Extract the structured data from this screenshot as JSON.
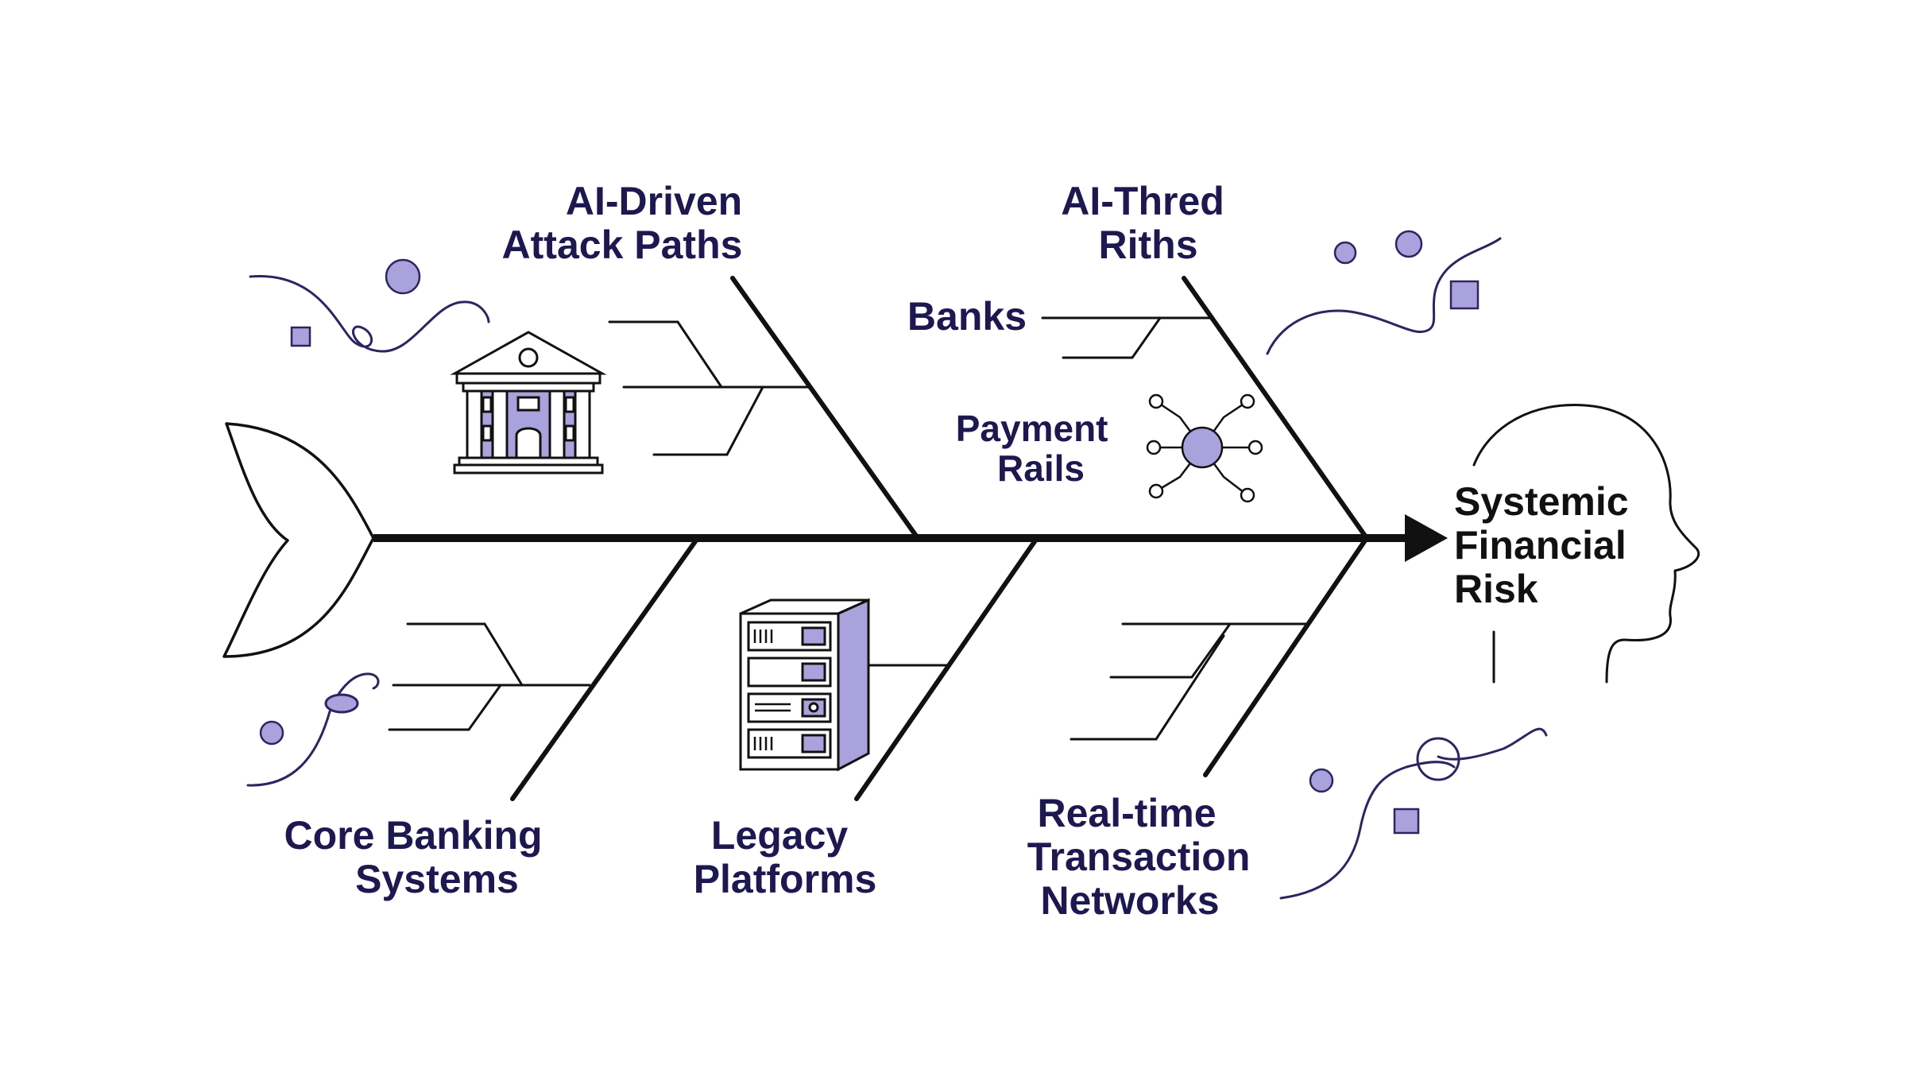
{
  "diagram": {
    "type": "fishbone",
    "effect": {
      "lines": [
        "Systemic",
        "Financial",
        "Risk"
      ]
    },
    "causes": {
      "top_left": {
        "lines": [
          "AI-Driven",
          "Attack Paths"
        ]
      },
      "top_right": {
        "lines": [
          "AI-Thred",
          "Riths"
        ]
      },
      "bottom_left": {
        "lines": [
          "Core Banking",
          "Systems"
        ]
      },
      "bottom_middle": {
        "lines": [
          "Legacy",
          "Platforms"
        ]
      },
      "bottom_right": {
        "lines": [
          "Real-time",
          "Transaction",
          "Networks"
        ]
      }
    },
    "sub_labels": {
      "banks": "Banks",
      "payment_rails": [
        "Payment",
        "Rails"
      ]
    },
    "icons": {
      "bank": "bank-building-icon",
      "network": "network-node-icon",
      "server": "server-rack-icon",
      "head": "human-head-outline-icon"
    },
    "colors": {
      "ink": "#111111",
      "label": "#1e1850",
      "accent": "#a9a2dc",
      "accent_dark": "#2d2560"
    }
  }
}
